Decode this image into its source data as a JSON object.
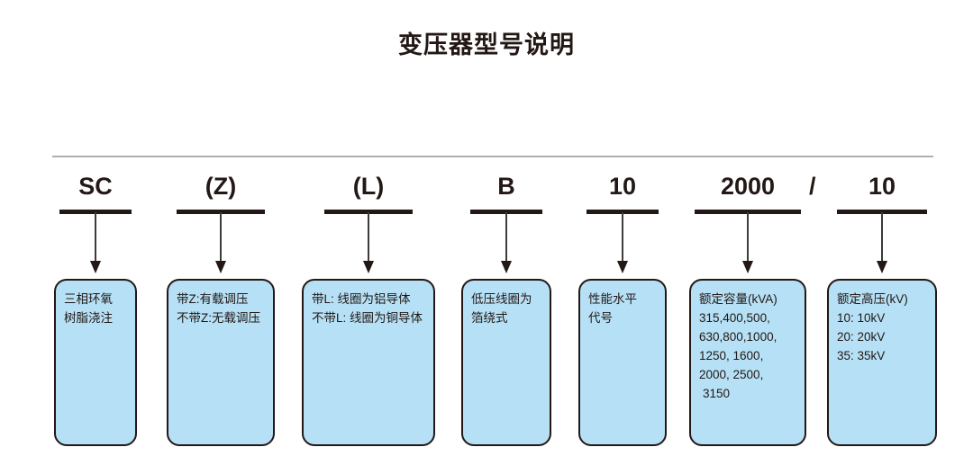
{
  "title": "变压器型号说明",
  "colors": {
    "box_fill": "#b5e0f5",
    "box_stroke": "#231815",
    "text": "#231815",
    "rule": "#b2aeae",
    "arrow": "#3c3c3c"
  },
  "separator": "/",
  "segments": [
    {
      "code": "SC",
      "lines": [
        "三相环氧",
        "树脂浇注"
      ]
    },
    {
      "code": "(Z)",
      "lines": [
        "带Z:有载调压",
        "不带Z:无载调压"
      ]
    },
    {
      "code": "(L)",
      "lines": [
        "带L: 线圈为铝导体",
        "不带L: 线圈为铜导体"
      ]
    },
    {
      "code": "B",
      "lines": [
        "低压线圈为",
        "箔绕式"
      ]
    },
    {
      "code": "10",
      "lines": [
        "性能水平",
        "代号"
      ]
    },
    {
      "code": "2000",
      "lines": [
        "额定容量(kVA)",
        "315,400,500,",
        "630,800,1000,",
        "1250, 1600,",
        "2000, 2500,",
        "3150"
      ]
    },
    {
      "code": "10",
      "lines": [
        "额定高压(kV)",
        "10: 10kV",
        "20: 20kV",
        "35: 35kV"
      ]
    }
  ]
}
